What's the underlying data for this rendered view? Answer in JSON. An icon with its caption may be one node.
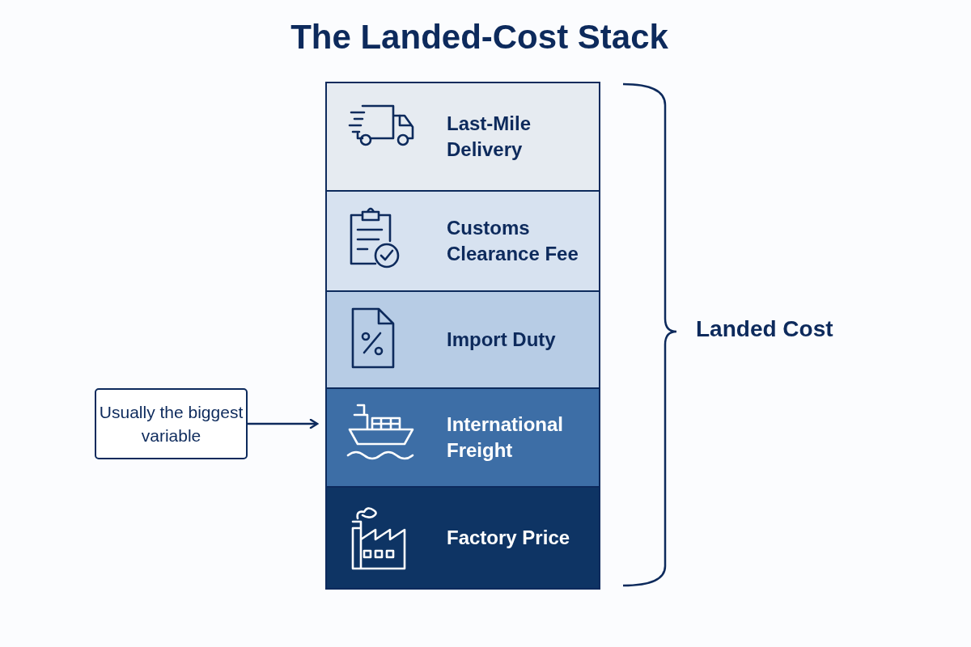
{
  "diagram": {
    "title": "The Landed-Cost Stack",
    "nodes": [
      {
        "text": [
          "Last-Mile Delivery"
        ]
      },
      {
        "text": [
          "Customs Clearance Fee"
        ]
      },
      {
        "text": [
          "Import Duty"
        ]
      },
      {
        "text": [
          "International Freight"
        ]
      },
      {
        "text": [
          "Factory Price"
        ]
      },
      {
        "text": [
          "Usually the biggest variable"
        ]
      }
    ],
    "edges": [
      {
        "from": 5,
        "to": 3,
        "arrow": "to"
      }
    ],
    "labels": [
      "Landed Cost"
    ]
  }
}
